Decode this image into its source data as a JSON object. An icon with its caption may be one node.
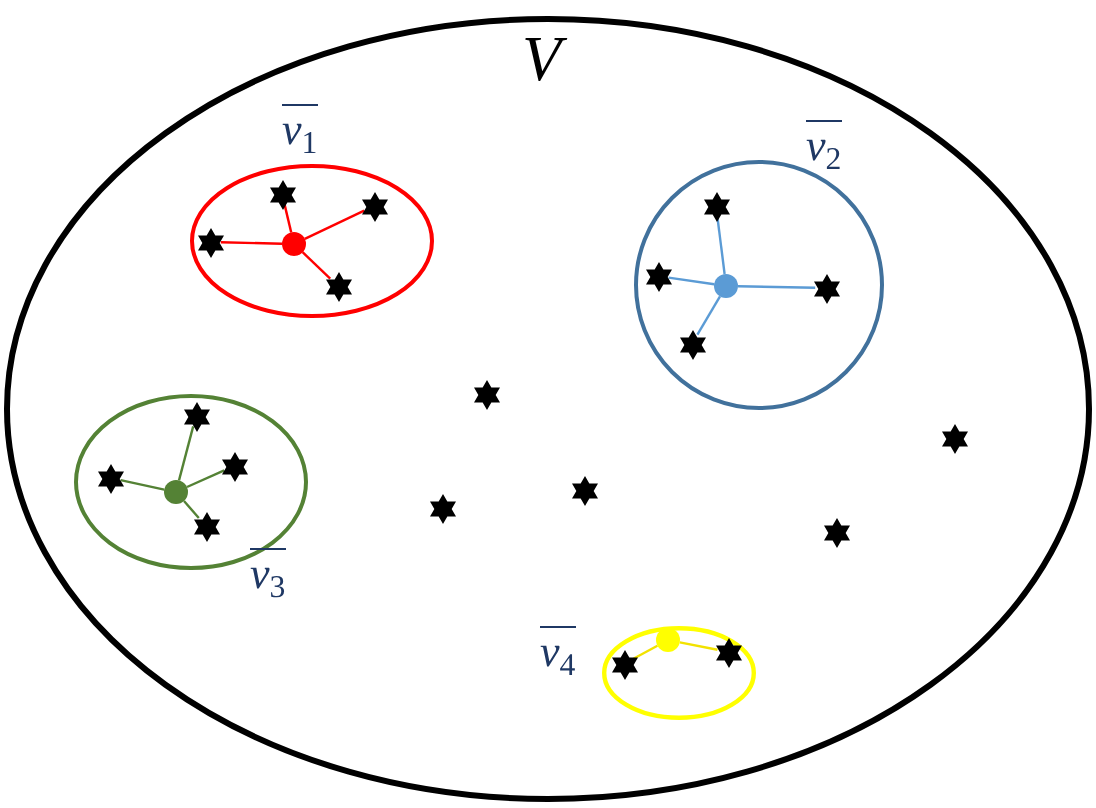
{
  "diagram": {
    "nodes": [
      {
        "text": [
          "V"
        ]
      },
      {
        "text": [
          "v$_{1}$"
        ],
        "in": 0
      },
      {
        "text": [],
        "shape": "circle",
        "in": 1
      },
      {
        "text": [],
        "shape": "star",
        "in": 1
      },
      {
        "text": [],
        "shape": "star",
        "in": 1
      },
      {
        "text": [],
        "shape": "star",
        "in": 1
      },
      {
        "text": [],
        "shape": "star",
        "in": 1
      },
      {
        "text": [
          "v$_{2}$"
        ],
        "in": 0
      },
      {
        "text": [],
        "shape": "circle",
        "in": 7
      },
      {
        "text": [],
        "shape": "star",
        "in": 7
      },
      {
        "text": [],
        "shape": "star",
        "in": 7
      },
      {
        "text": [],
        "shape": "star",
        "in": 7
      },
      {
        "text": [],
        "shape": "star",
        "in": 7
      },
      {
        "text": [
          "v$_{3}$"
        ],
        "in": 0
      },
      {
        "text": [],
        "shape": "circle",
        "in": 13
      },
      {
        "text": [],
        "shape": "star",
        "in": 13
      },
      {
        "text": [],
        "shape": "star",
        "in": 13
      },
      {
        "text": [],
        "shape": "star",
        "in": 13
      },
      {
        "text": [],
        "shape": "star",
        "in": 13
      },
      {
        "text": [],
        "shape": "star",
        "in": 0
      },
      {
        "text": [],
        "shape": "star",
        "in": 0
      },
      {
        "text": [],
        "shape": "star",
        "in": 0
      },
      {
        "text": [],
        "shape": "star",
        "in": 0
      },
      {
        "text": [],
        "shape": "star",
        "in": 0
      },
      {
        "text": [
          "v$_{4}$"
        ],
        "in": 0
      },
      {
        "text": [],
        "shape": "circle",
        "in": 24
      },
      {
        "text": [],
        "shape": "star",
        "in": 24
      },
      {
        "text": [],
        "shape": "star",
        "in": 24
      }
    ],
    "edges": [
      {
        "from": 2,
        "to": 3,
        "arrow": "none",
        "color": "#ff0000"
      },
      {
        "from": 2,
        "to": 4,
        "arrow": "none",
        "color": "#ff0000"
      },
      {
        "from": 2,
        "to": 5,
        "arrow": "none",
        "color": "#ff0000"
      },
      {
        "from": 2,
        "to": 6,
        "arrow": "none",
        "color": "#ff0000"
      },
      {
        "from": 8,
        "to": 9,
        "arrow": "none",
        "color": "#5b9bd5"
      },
      {
        "from": 8,
        "to": 10,
        "arrow": "none",
        "color": "#5b9bd5"
      },
      {
        "from": 8,
        "to": 11,
        "arrow": "none",
        "color": "#5b9bd5"
      },
      {
        "from": 8,
        "to": 12,
        "arrow": "none",
        "color": "#5b9bd5"
      },
      {
        "from": 14,
        "to": 15,
        "arrow": "none",
        "color": "#548235"
      },
      {
        "from": 14,
        "to": 16,
        "arrow": "none",
        "color": "#548235"
      },
      {
        "from": 14,
        "to": 17,
        "arrow": "none",
        "color": "#548235"
      },
      {
        "from": 14,
        "to": 18,
        "arrow": "none",
        "color": "#548235"
      },
      {
        "from": 25,
        "to": 26,
        "arrow": "none",
        "color": "#f2e200"
      },
      {
        "from": 25,
        "to": 27,
        "arrow": "none",
        "color": "#f2e200"
      }
    ]
  }
}
